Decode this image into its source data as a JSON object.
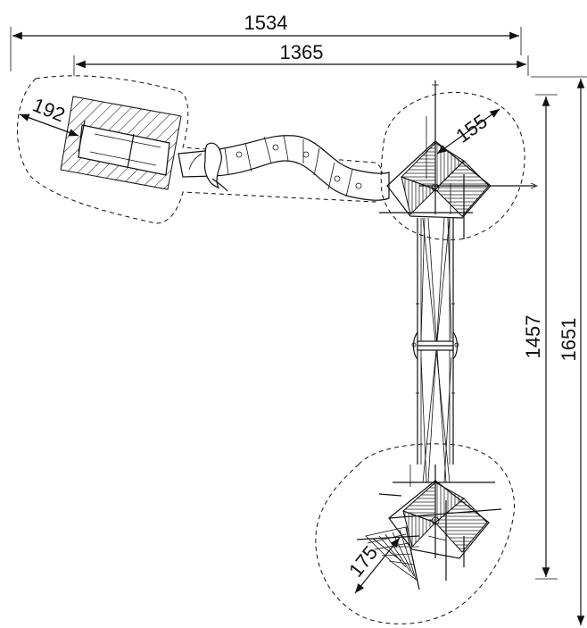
{
  "dimensions": {
    "total_width": "1534",
    "inner_width": "1365",
    "total_height": "1651",
    "inner_height": "1457",
    "slide_safety_zone": "192",
    "top_tower_zone": "155",
    "bottom_tower_zone": "175"
  }
}
